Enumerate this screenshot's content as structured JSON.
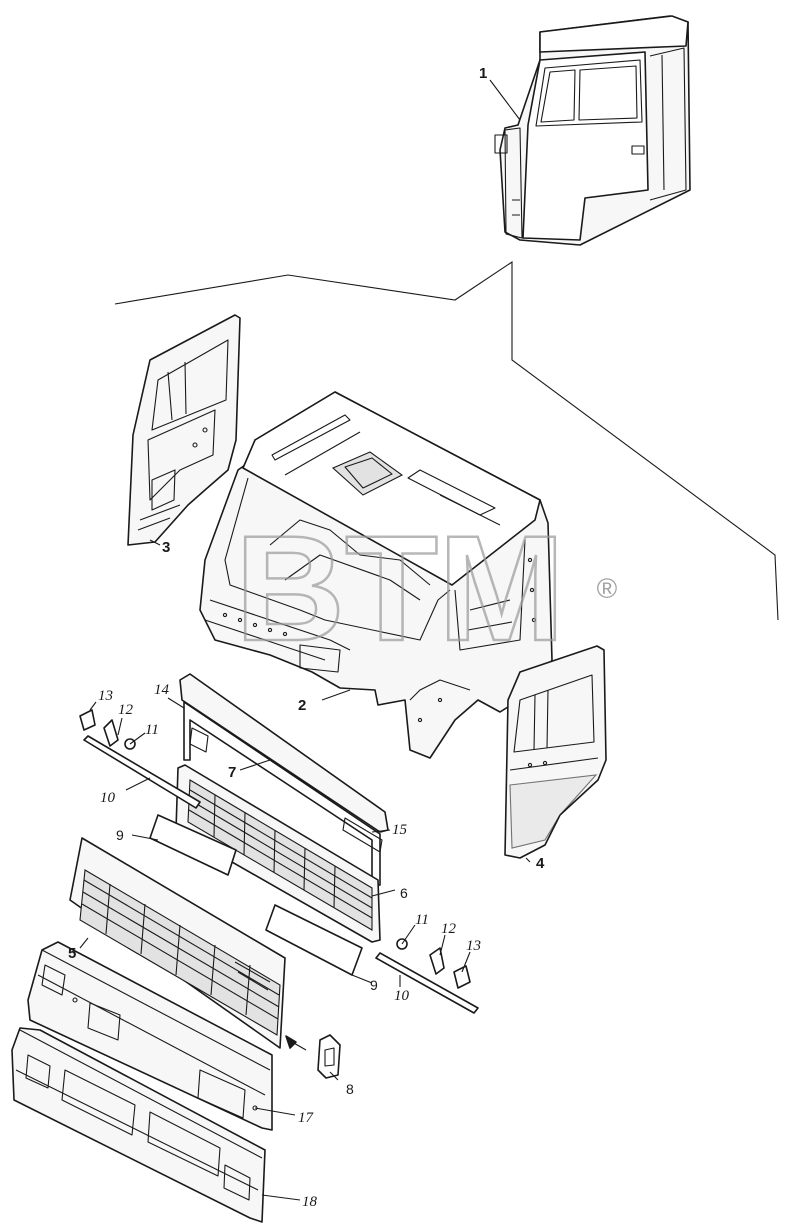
{
  "watermark": {
    "text": "BTM",
    "registered": "®"
  },
  "labels": {
    "l1": "1",
    "l2": "2",
    "l3": "3",
    "l4": "4",
    "l5": "5",
    "l6": "6",
    "l7": "7",
    "l8": "8",
    "l9a": "9",
    "l9b": "9",
    "l10a": "10",
    "l10b": "10",
    "l11a": "11",
    "l11b": "11",
    "l12a": "12",
    "l12b": "12",
    "l13a": "13",
    "l13b": "13",
    "l14": "14",
    "l15": "15",
    "l17": "17",
    "l18": "18"
  }
}
